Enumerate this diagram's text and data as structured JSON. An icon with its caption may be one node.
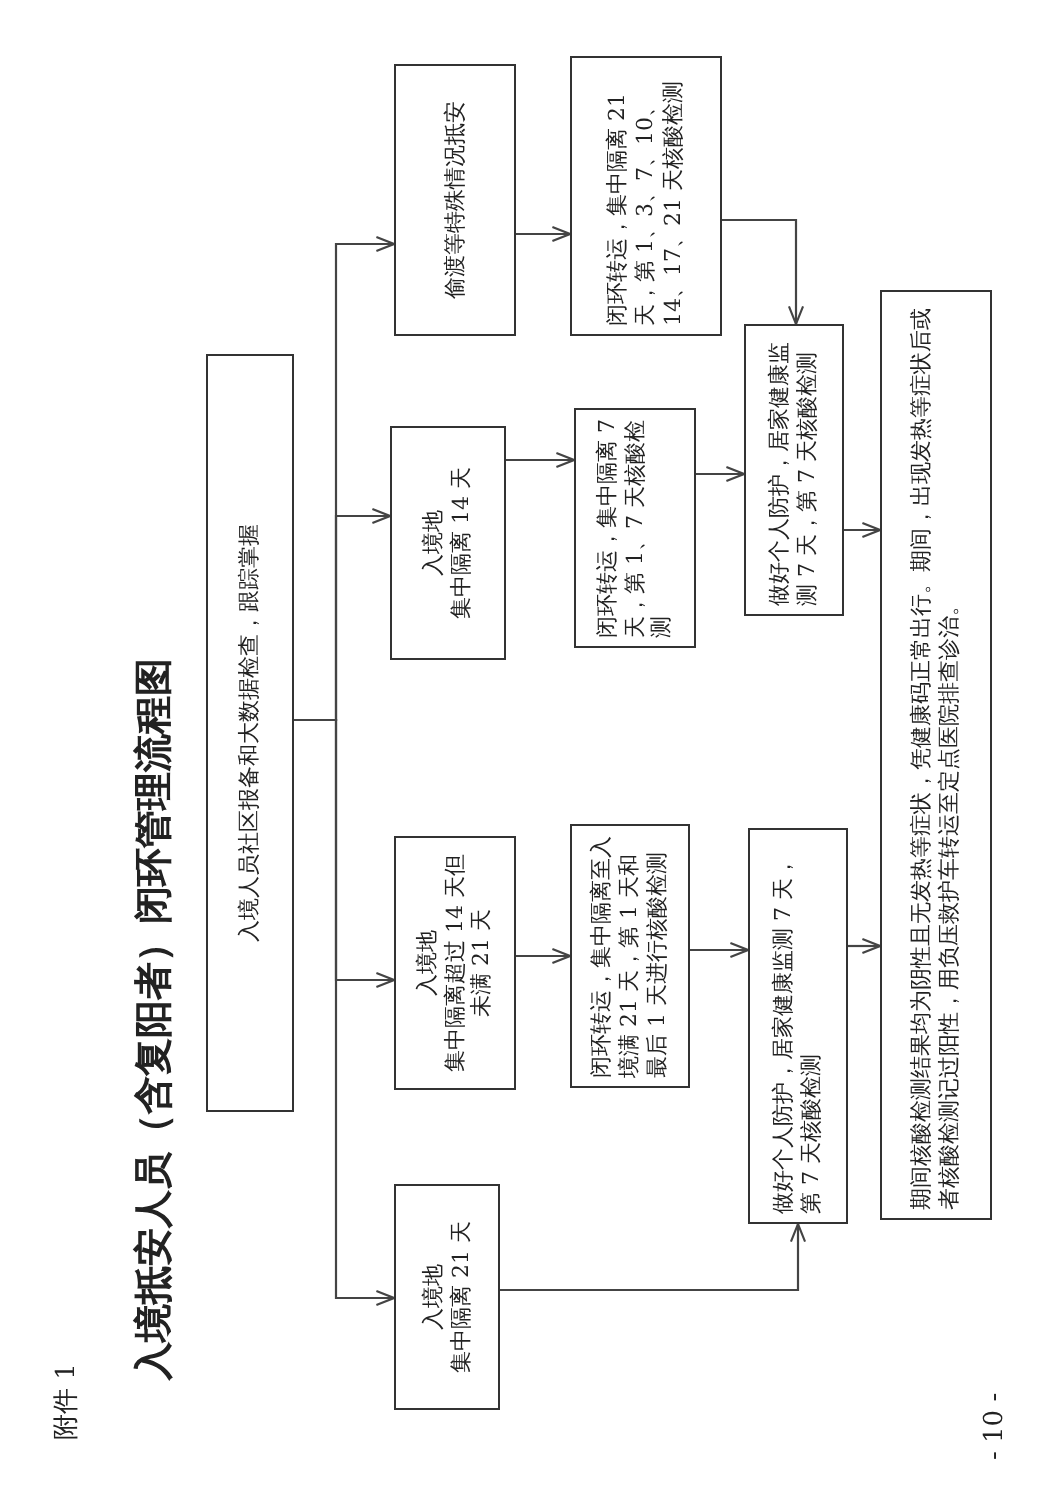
{
  "diagram": {
    "title": "入境抵安人员（含复阳者）闭环管理流程图",
    "nodes": [
      {
        "text": [
          "入境人员社区报备和大数据检查，跟踪掌握"
        ]
      },
      {
        "text": [
          "入境地",
          "集中隔离 21 天"
        ]
      },
      {
        "text": [
          "入境地",
          "集中隔离超过 14 天但未满 21 天"
        ]
      },
      {
        "text": [
          "入境地",
          "集中隔离 14 天"
        ]
      },
      {
        "text": [
          "偷渡等特殊情况抵安"
        ]
      },
      {
        "text": [
          "闭环转运，集中隔离至入境满 21 天，第 1 天和最后 1 天进行核酸检测"
        ]
      },
      {
        "text": [
          "闭环转运，集中隔离 7 天，第 1、7 天核酸检测"
        ]
      },
      {
        "text": [
          "闭环转运，集中隔离 21 天，第 1、3、7、10、14、17、21 天核酸检测"
        ]
      },
      {
        "text": [
          "做好个人防护，居家健康监测 7 天，第 7 天核酸检测"
        ]
      },
      {
        "text": [
          "做好个人防护，居家健康监测 7 天，第 7 天核酸检测"
        ]
      },
      {
        "text": [
          "期间核酸检测结果均为阴性且无发热等症状，凭健康码正常出行。期间，出现发热等症状后或者核酸检测记过阳性，用负压救护车转运至定点医院排查诊治。"
        ]
      }
    ],
    "edges": [
      {
        "from": 0,
        "to": 1,
        "arrow": "to"
      },
      {
        "from": 0,
        "to": 2,
        "arrow": "to"
      },
      {
        "from": 0,
        "to": 3,
        "arrow": "to"
      },
      {
        "from": 0,
        "to": 4,
        "arrow": "to"
      },
      {
        "from": 1,
        "to": 8,
        "arrow": "to"
      },
      {
        "from": 2,
        "to": 5,
        "arrow": "to"
      },
      {
        "from": 3,
        "to": 6,
        "arrow": "to"
      },
      {
        "from": 4,
        "to": 7,
        "arrow": "to"
      },
      {
        "from": 5,
        "to": 8,
        "arrow": "to"
      },
      {
        "from": 6,
        "to": 9,
        "arrow": "to"
      },
      {
        "from": 7,
        "to": 9,
        "arrow": "to"
      },
      {
        "from": 8,
        "to": 10,
        "arrow": "to"
      },
      {
        "from": 9,
        "to": 10,
        "arrow": "to"
      }
    ],
    "labels": [
      "附件 1",
      "- 10 -"
    ]
  }
}
